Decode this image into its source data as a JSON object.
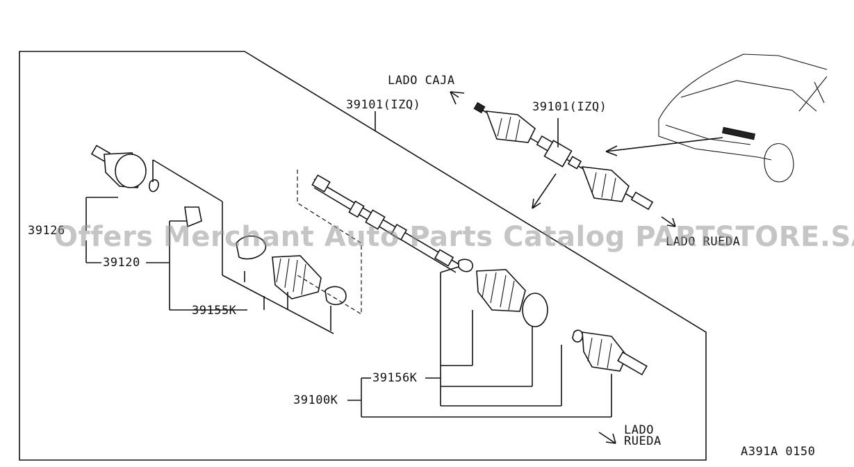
{
  "labels": {
    "shaft_assy_left": "39101(IZQ)",
    "shaft_assy_right": "39101(IZQ)",
    "lado_caja": "LADO CAJA",
    "lado_rueda_top": "LADO RUEDA",
    "part_39126": "39126",
    "part_39120": "39120",
    "part_39155k": "39155K",
    "part_39156k": "39156K",
    "part_39100k": "39100K",
    "lado_rueda_bottom_1": "LADO",
    "lado_rueda_bottom_2": "RUEDA",
    "drawing_code": "A391A  0150"
  },
  "watermark": "Offers Merchant Auto Parts Catalog PARTSTORE.SA"
}
